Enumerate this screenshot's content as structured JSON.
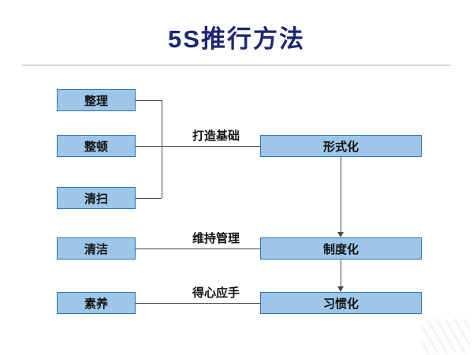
{
  "title": "5S推行方法",
  "left_boxes": [
    {
      "id": "seiri",
      "label": "整理"
    },
    {
      "id": "seiton",
      "label": "整顿"
    },
    {
      "id": "seiso",
      "label": "清扫"
    },
    {
      "id": "seiketsu",
      "label": "清洁"
    },
    {
      "id": "shitsuke",
      "label": "素养"
    }
  ],
  "right_boxes": [
    {
      "id": "formalization",
      "label": "形式化"
    },
    {
      "id": "institutionalization",
      "label": "制度化"
    },
    {
      "id": "habituation",
      "label": "习惯化"
    }
  ],
  "edges": [
    {
      "from": [
        "整理",
        "整顿",
        "清扫"
      ],
      "to": "形式化",
      "label": "打造基础"
    },
    {
      "from": [
        "清洁"
      ],
      "to": "制度化",
      "label": "维持管理"
    },
    {
      "from": [
        "素养"
      ],
      "to": "习惯化",
      "label": "得心应手"
    }
  ],
  "flow_arrows": [
    {
      "from": "形式化",
      "to": "制度化"
    },
    {
      "from": "制度化",
      "to": "习惯化"
    }
  ],
  "colors": {
    "title_color": "#1C2674",
    "box_fill": "#9DC6E8",
    "box_border": "#2E75B6",
    "line_color": "#4a4a4a",
    "divider_color": "#ababab"
  }
}
